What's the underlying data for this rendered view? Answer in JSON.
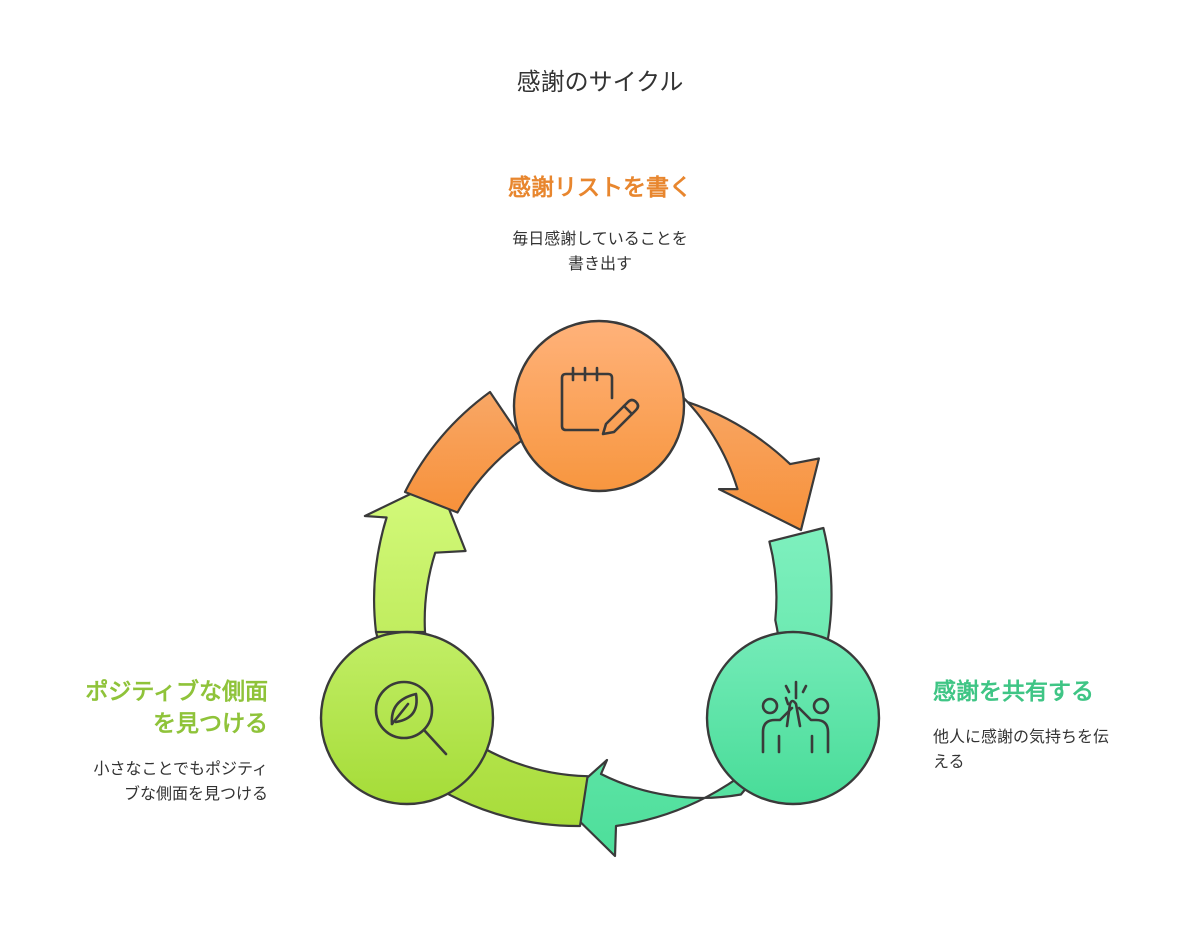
{
  "title": "感謝のサイクル",
  "colors": {
    "orange": "#E8862E",
    "teal": "#3FC585",
    "green": "#8FC33A",
    "stroke": "#3a3a3a"
  },
  "steps": [
    {
      "id": "write",
      "heading": "感謝リストを書く",
      "description_lines": [
        "毎日感謝していることを",
        "書き出す"
      ],
      "icon": "notepad-pencil-icon"
    },
    {
      "id": "share",
      "heading": "感謝を共有する",
      "description_lines": [
        "他人に感謝の気持ちを伝",
        "える"
      ],
      "icon": "high-five-icon"
    },
    {
      "id": "positive",
      "heading_lines": [
        "ポジティブな側面",
        "を見つける"
      ],
      "description_lines": [
        "小さなことでもポジティ",
        "ブな側面を見つける"
      ],
      "icon": "leaf-magnifier-icon"
    }
  ]
}
